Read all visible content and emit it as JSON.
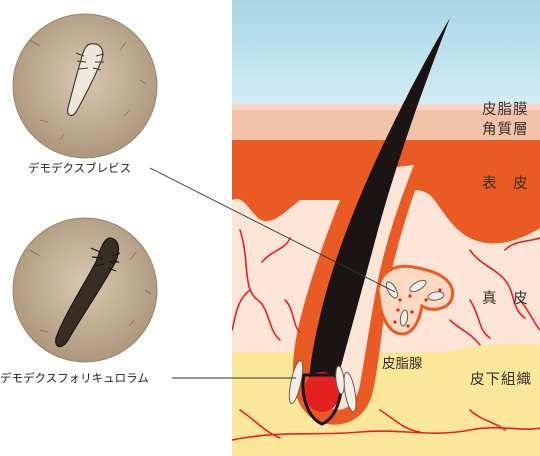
{
  "diagram": {
    "layers": [
      {
        "id": "sebum-film",
        "label": "皮脂膜"
      },
      {
        "id": "stratum-corneum",
        "label": "角質層"
      },
      {
        "id": "epidermis",
        "label": "表　皮"
      },
      {
        "id": "dermis",
        "label": "真　皮"
      },
      {
        "id": "subcutaneous",
        "label": "皮下組織"
      }
    ],
    "structures": {
      "sebaceous_gland": "皮脂腺"
    },
    "mites": [
      {
        "id": "brevis",
        "label": "デモデクスブレビス"
      },
      {
        "id": "folliculorum",
        "label": "デモデクスフォリキュロラム"
      }
    ],
    "colors": {
      "sky": "#bfe3ec",
      "corneum": "#f2c0a6",
      "epidermis": "#ea5a24",
      "dermis": "#fce4d6",
      "subcutaneous": "#fbe79a",
      "vessel": "#e52222",
      "hair": "#1a1414",
      "micro_bg": "#c7b39a"
    }
  }
}
